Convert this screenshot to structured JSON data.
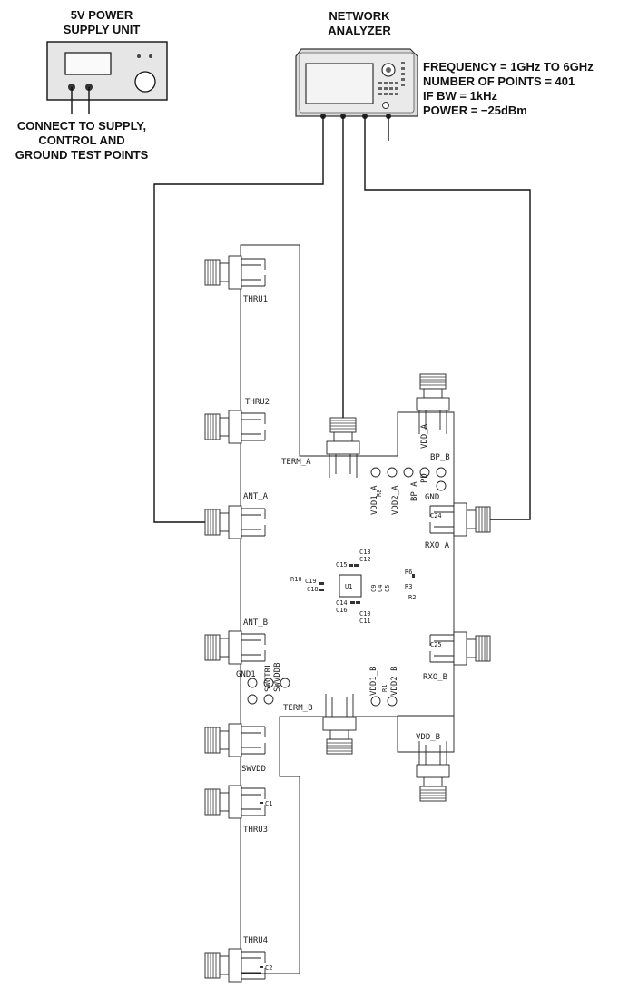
{
  "power_supply": {
    "title_line1": "5V POWER",
    "title_line2": "SUPPLY UNIT",
    "note_line1": "CONNECT TO SUPPLY,",
    "note_line2": "CONTROL AND",
    "note_line3": "GROUND TEST POINTS"
  },
  "network_analyzer": {
    "title_line1": "NETWORK",
    "title_line2": "ANALYZER",
    "settings": [
      "FREQUENCY = 1GHz TO 6GHz",
      "NUMBER OF POINTS = 401",
      "IF BW = 1kHz",
      "POWER = −25dBm"
    ]
  },
  "board": {
    "ports": {
      "thru1": "THRU1",
      "thru2": "THRU2",
      "ant_a": "ANT_A",
      "ant_b": "ANT_B",
      "thru3": "THRU3",
      "thru4": "THRU4",
      "term_a": "TERM_A",
      "term_b": "TERM_B",
      "vdd_a": "VDD_A",
      "vdd_b": "VDD_B",
      "rxo_a": "RXO_A",
      "rxo_b": "RXO_B",
      "bp_b": "BP_B",
      "gnd": "GND",
      "gnd1": "GND1",
      "swvdd": "SWVDD",
      "vdd1_a": "VDD1_A",
      "vdd2_a": "VDD2_A",
      "bp_a": "BP_A",
      "pd": "PD",
      "vdd1_b": "VDD1_B",
      "vdd2_b": "VDD2_B",
      "swctrl": "SWCTRL",
      "swvdd2": "SWVDDB"
    },
    "components": {
      "c1": "C1",
      "c2": "C2",
      "c24": "C24",
      "c25": "C25",
      "c13": "C13",
      "c12": "C12",
      "c15": "C15",
      "c16": "C16",
      "c14": "C14",
      "c10": "C10",
      "c11": "C11",
      "c19": "C19",
      "c18": "C18",
      "r10": "R10",
      "r8": "R8",
      "r6": "R6",
      "r3": "R3",
      "r2": "R2",
      "r1": "R1",
      "u1": "U1",
      "c4": "C4",
      "c5": "C5",
      "c9": "C9"
    }
  },
  "colors": {
    "line": "#111111",
    "background": "#ffffff",
    "instrument_body": "#e6e6e6",
    "analyzer_screen": "#f4f4f4"
  },
  "icons": [
    "power-supply-icon",
    "network-analyzer-icon",
    "sma-connector-icon"
  ]
}
